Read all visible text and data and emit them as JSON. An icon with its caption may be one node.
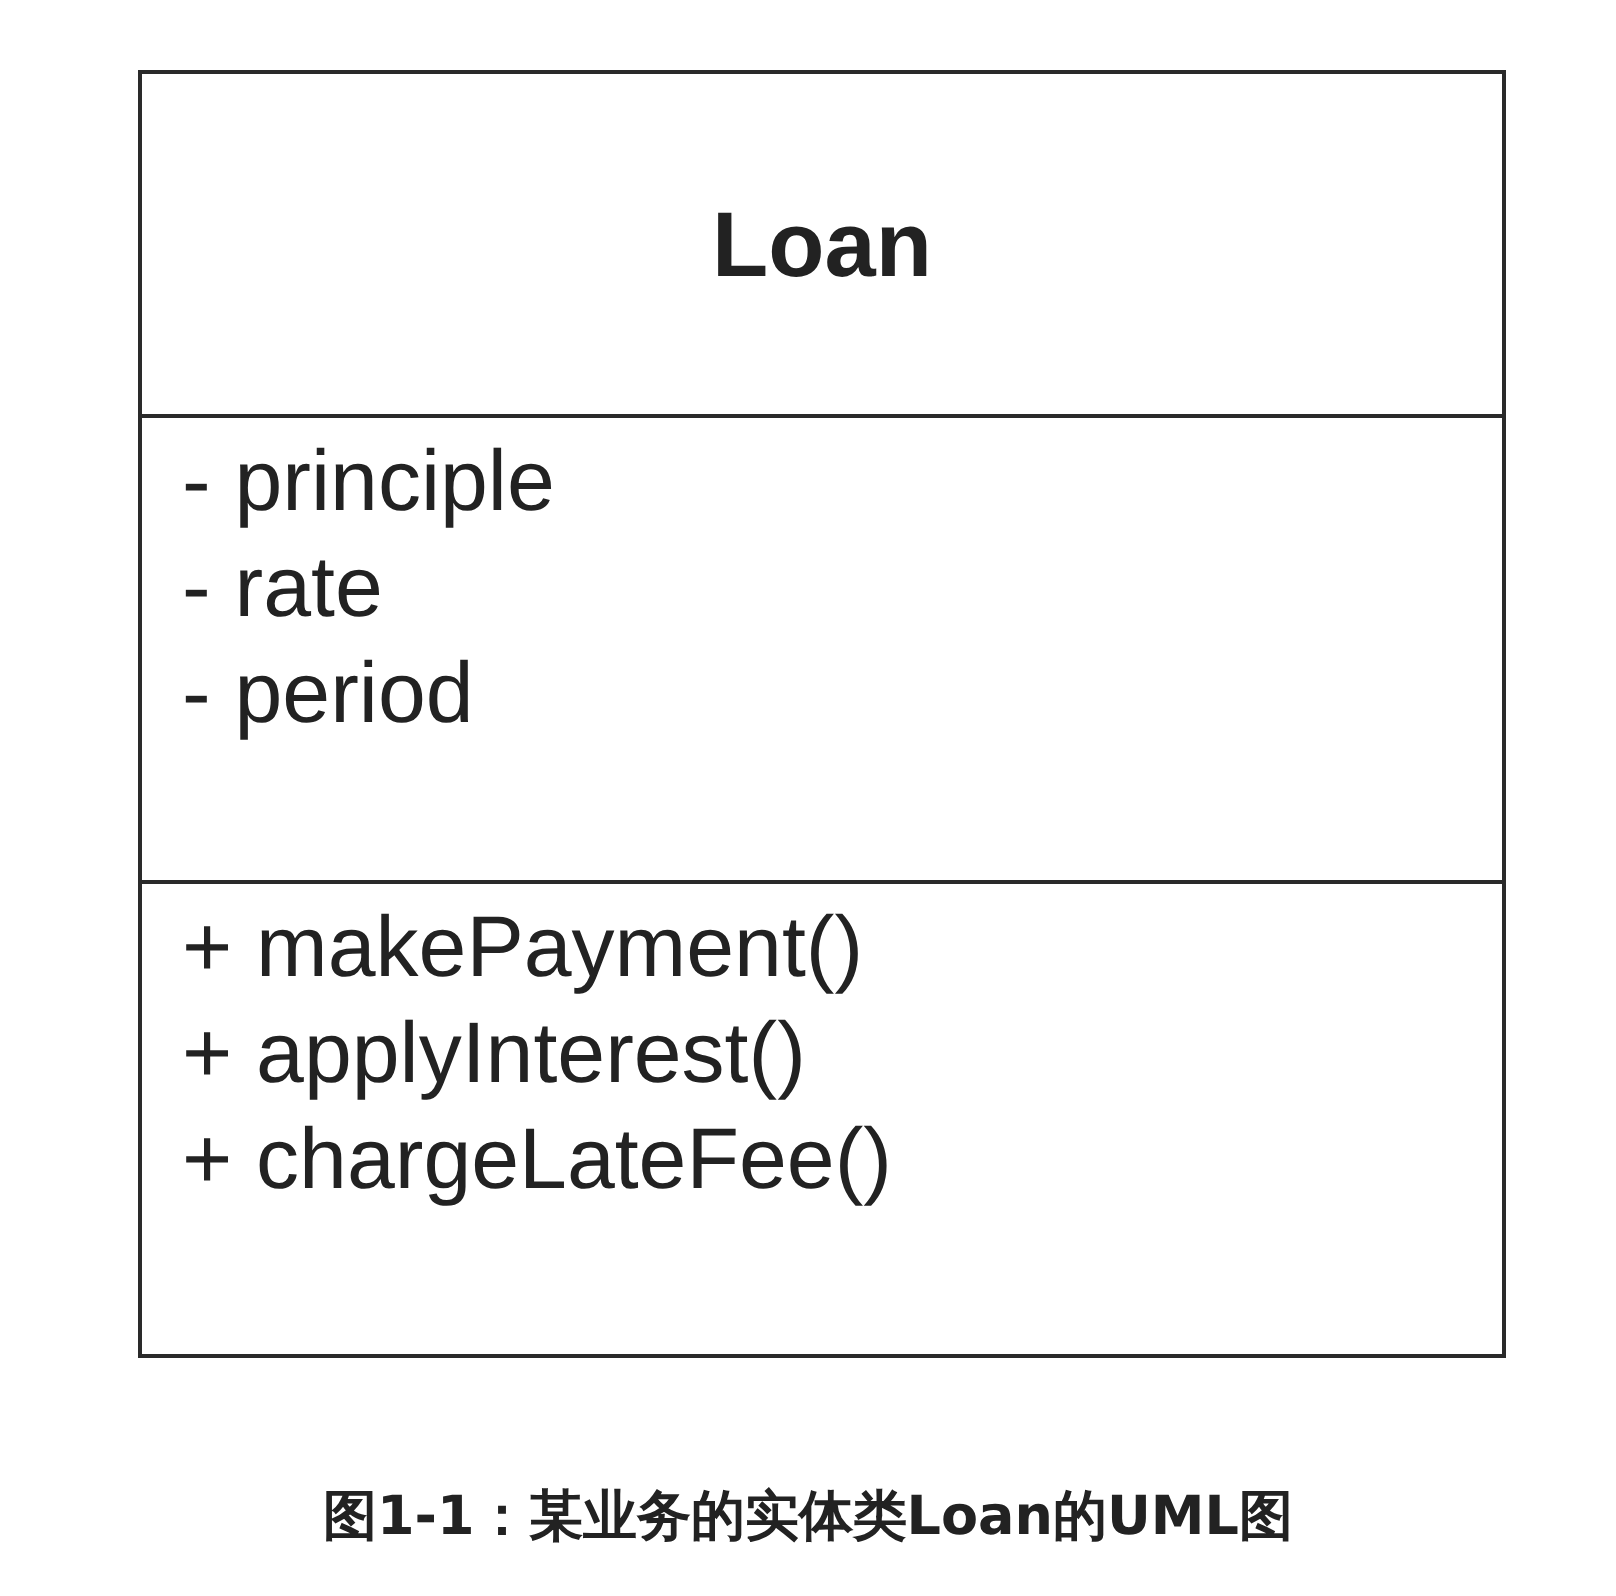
{
  "diagram": {
    "caption": "图1-1：某业务的实体类Loan的UML图",
    "nodes": [
      {
        "text": [
          "Loan"
        ]
      },
      {
        "text": [
          "- principle",
          "- rate",
          "- period"
        ]
      },
      {
        "text": [
          "+ makePayment()",
          "+ applyInterest()",
          "+ chargeLateFee()"
        ]
      }
    ]
  }
}
